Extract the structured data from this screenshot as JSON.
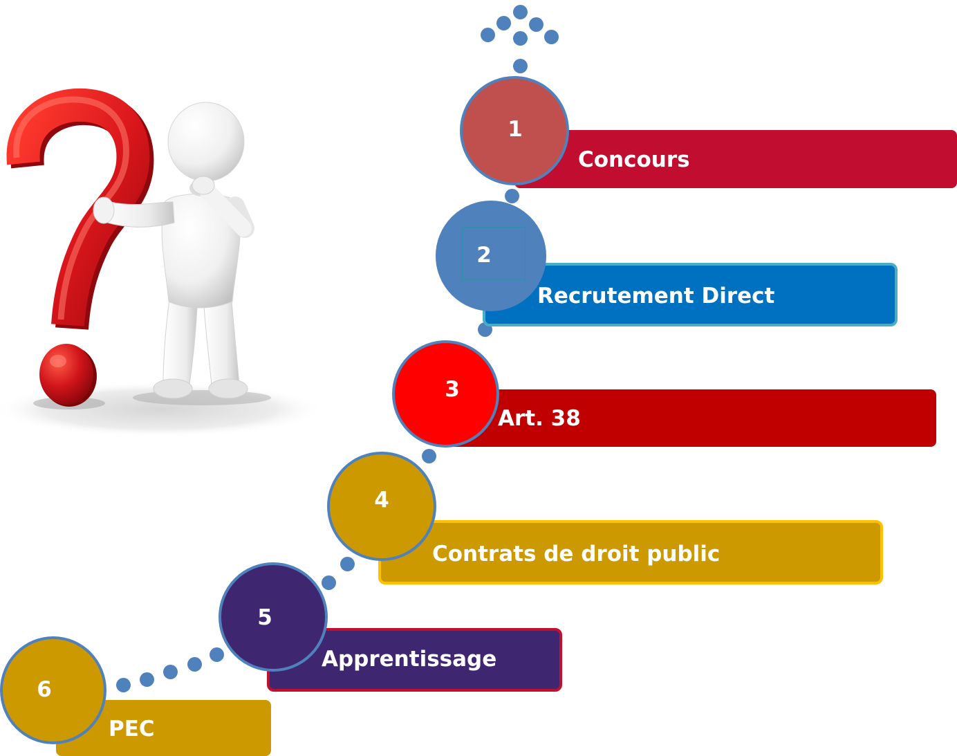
{
  "illustration": {
    "icon": "thinking-person-question-mark"
  },
  "colors": {
    "connector_dot": "#4F81BD",
    "circle_border": "#4F81BD",
    "text": "#FFFFFF",
    "number_frame": "#2F8FAD"
  },
  "steps": [
    {
      "number": "1",
      "label": "Concours",
      "circle_color": "#C0504D",
      "bar_color": "#C00D30",
      "bar_border": "#C00D30"
    },
    {
      "number": "2",
      "label": "Recrutement Direct",
      "circle_color": "#4F81BD",
      "bar_color": "#0070C0",
      "bar_border": "#4BACC6"
    },
    {
      "number": "3",
      "label": "Art. 38",
      "circle_color": "#FF0000",
      "bar_color": "#C00000",
      "bar_border": "#C00000"
    },
    {
      "number": "4",
      "label": "Contrats de droit public",
      "circle_color": "#CC9900",
      "bar_color": "#CC9900",
      "bar_border": "#FFC000"
    },
    {
      "number": "5",
      "label": "Apprentissage",
      "circle_color": "#3F2670",
      "bar_color": "#3F2670",
      "bar_border": "#C0102E"
    },
    {
      "number": "6",
      "label": "PEC",
      "circle_color": "#CC9900",
      "bar_color": "#CC9900",
      "bar_border": "#CC9900"
    }
  ]
}
